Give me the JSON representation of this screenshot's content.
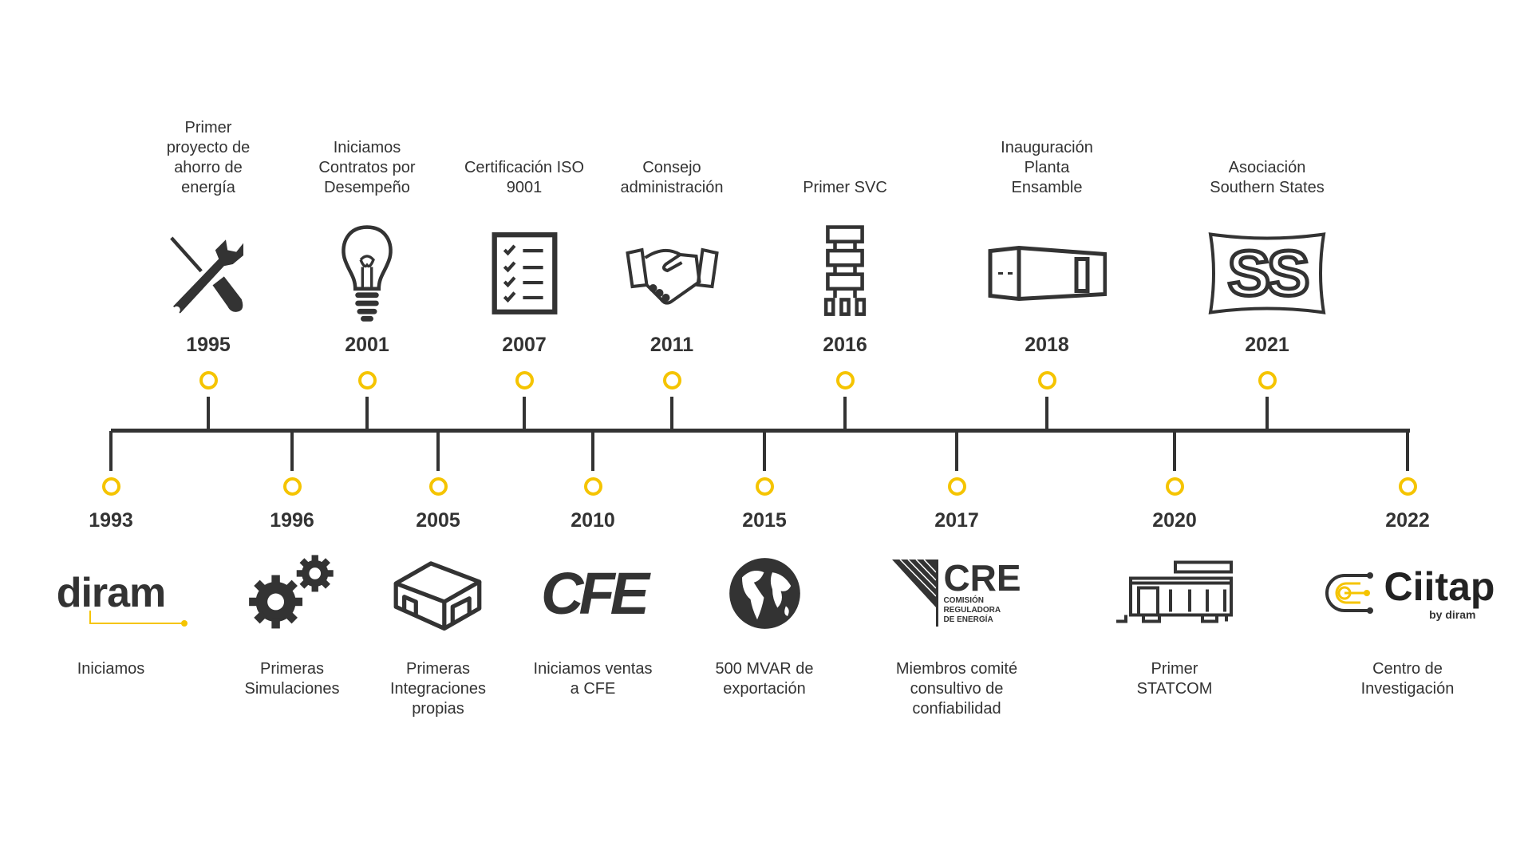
{
  "colors": {
    "line": "#333333",
    "accent": "#f5c400",
    "text": "#333333"
  },
  "events": [
    {
      "id": "1993",
      "year": "1993",
      "side": "bottom",
      "icon": "diram-logo",
      "logo_text": "diram",
      "label": [
        "Iniciamos"
      ]
    },
    {
      "id": "1995",
      "year": "1995",
      "side": "top",
      "icon": "tools-icon",
      "label": [
        "Primer",
        "proyecto de",
        "ahorro de",
        "energía"
      ]
    },
    {
      "id": "1996",
      "year": "1996",
      "side": "bottom",
      "icon": "gears-icon",
      "label": [
        "Primeras",
        "Simulaciones"
      ]
    },
    {
      "id": "2001",
      "year": "2001",
      "side": "top",
      "icon": "lightbulb-icon",
      "label": [
        "Iniciamos",
        "Contratos por",
        "Desempeño"
      ]
    },
    {
      "id": "2005",
      "year": "2005",
      "side": "bottom",
      "icon": "warehouse-icon",
      "label": [
        "Primeras",
        "Integraciones",
        "propias"
      ]
    },
    {
      "id": "2007",
      "year": "2007",
      "side": "top",
      "icon": "checklist-icon",
      "label": [
        "Certificación ISO",
        "9001"
      ]
    },
    {
      "id": "2010",
      "year": "2010",
      "side": "bottom",
      "icon": "cfe-logo",
      "logo_text": "CFE",
      "label": [
        "Iniciamos ventas",
        "a CFE"
      ]
    },
    {
      "id": "2011",
      "year": "2011",
      "side": "top",
      "icon": "handshake-icon",
      "label": [
        "Consejo",
        "administración"
      ]
    },
    {
      "id": "2015",
      "year": "2015",
      "side": "bottom",
      "icon": "globe-icon",
      "label": [
        "500 MVAR de",
        "exportación"
      ]
    },
    {
      "id": "2016",
      "year": "2016",
      "side": "top",
      "icon": "svc-icon",
      "label": [
        "Primer SVC"
      ]
    },
    {
      "id": "2017",
      "year": "2017",
      "side": "bottom",
      "icon": "cre-logo",
      "logo_text": "CRE",
      "logo_sub": [
        "COMISIÓN",
        "REGULADORA",
        "DE ENERGÍA"
      ],
      "label": [
        "Miembros comité",
        "consultivo de",
        "confiabilidad"
      ]
    },
    {
      "id": "2018",
      "year": "2018",
      "side": "top",
      "icon": "plant-icon",
      "label": [
        "Inauguración",
        "Planta",
        "Ensamble"
      ]
    },
    {
      "id": "2020",
      "year": "2020",
      "side": "bottom",
      "icon": "statcom-icon",
      "label": [
        "Primer",
        "STATCOM"
      ]
    },
    {
      "id": "2021",
      "year": "2021",
      "side": "top",
      "icon": "southern-states-logo",
      "logo_text": "SS",
      "label": [
        "Asociación",
        "Southern States"
      ]
    },
    {
      "id": "2022",
      "year": "2022",
      "side": "bottom",
      "icon": "ciitap-logo",
      "logo_text": "Ciitap",
      "logo_sub": [
        "by diram"
      ],
      "label": [
        "Centro de",
        "Investigación"
      ]
    }
  ]
}
